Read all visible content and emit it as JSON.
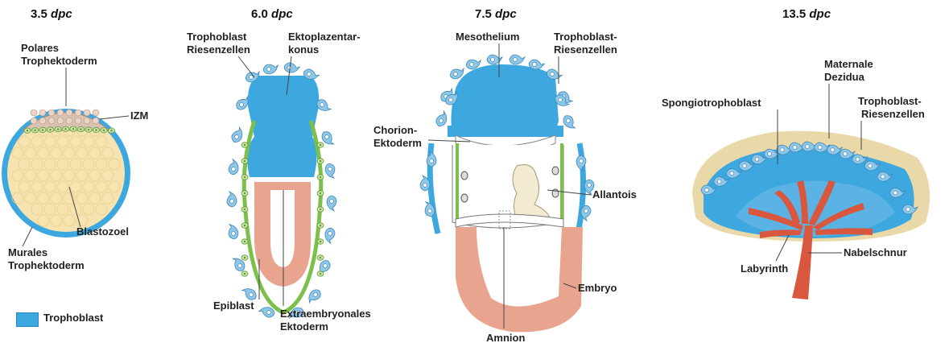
{
  "colors": {
    "trophoblast": "#3da7df",
    "ektoderm": "#7cbf4a",
    "epiblast": "#e8a48f",
    "blastozoel": "#f6e3b0",
    "dezidua": "#ead9a8",
    "labyrinth": "#d9573f",
    "allantois": "#f3ead2"
  },
  "panels": {
    "p1": {
      "stage": "3.5",
      "unit": "dpc"
    },
    "p2": {
      "stage": "6.0",
      "unit": "dpc"
    },
    "p3": {
      "stage": "7.5",
      "unit": "dpc"
    },
    "p4": {
      "stage": "13.5",
      "unit": "dpc"
    }
  },
  "labels": {
    "polares_1": "Polares",
    "polares_2": "Trophektoderm",
    "izm": "IZM",
    "blastozoel": "Blastozoel",
    "murales_1": "Murales",
    "murales_2": "Trophektoderm",
    "troph_riesen_1": "Trophoblast",
    "troph_riesen_2": "Riesenzellen",
    "ektoplaz_1": "Ektoplazentar-",
    "ektoplaz_2": "konus",
    "epiblast": "Epiblast",
    "extraemb_1": "Extraembryonales",
    "extraemb_2": "Ektoderm",
    "mesothelium": "Mesothelium",
    "troph_riesen3_1": "Trophoblast-",
    "troph_riesen3_2": "Riesenzellen",
    "chorion_1": "Chorion-",
    "chorion_2": "Ektoderm",
    "allantois": "Allantois",
    "embryo": "Embryo",
    "amnion": "Amnion",
    "spongio": "Spongiotrophoblast",
    "maternale_1": "Maternale",
    "maternale_2": "Dezidua",
    "troph_riesen4_1": "Trophoblast-",
    "troph_riesen4_2": "Riesenzellen",
    "labyrinth": "Labyrinth",
    "nabelschnur": "Nabelschnur"
  },
  "legend": {
    "label": "Trophoblast"
  }
}
